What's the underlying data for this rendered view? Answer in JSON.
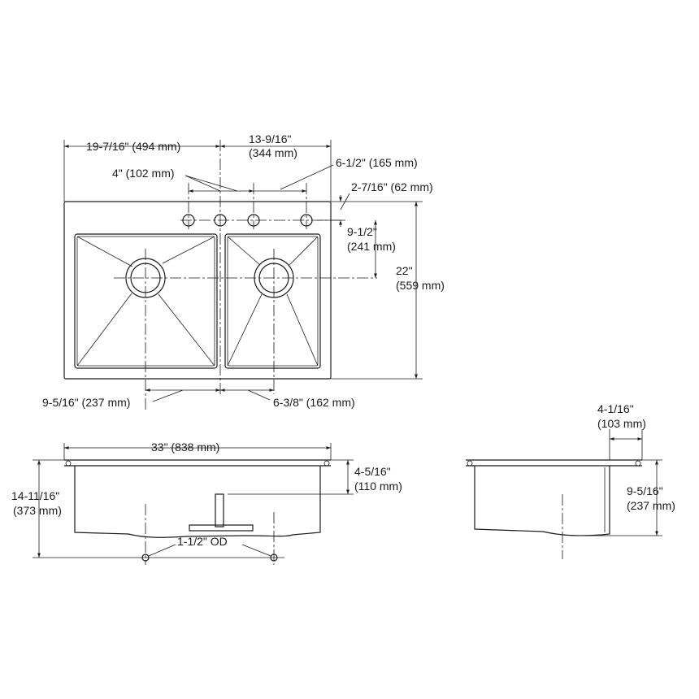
{
  "dimensions": {
    "width_left": "19-7/16\" (494 mm)",
    "width_right_line1": "13-9/16\"",
    "width_right_line2": "(344 mm)",
    "faucet_spacing": "4\" (102 mm)",
    "faucet_outer": "6-1/2\" (165 mm)",
    "hole_setback": "2-7/16\" (62 mm)",
    "drain_depth_line1": "9-1/2\"",
    "drain_depth_line2": "(241 mm)",
    "overall_depth_line1": "22\"",
    "overall_depth_line2": "(559 mm)",
    "left_bowl_drain": "9-5/16\" (237 mm)",
    "right_bowl_drain": "6-3/8\" (162 mm)",
    "overall_width": "33\" (838 mm)",
    "front_height_line1": "14-11/16\"",
    "front_height_line2": "(373 mm)",
    "bowl_depth_line1": "4-5/16\"",
    "bowl_depth_line2": "(110 mm)",
    "drain_od": "1-1/2\" OD",
    "side_offset_line1": "4-1/16\"",
    "side_offset_line2": "(103 mm)",
    "side_height_line1": "9-5/16\"",
    "side_height_line2": "(237 mm)"
  }
}
